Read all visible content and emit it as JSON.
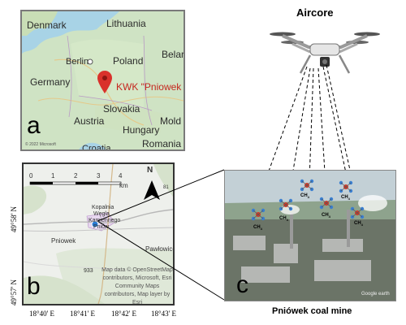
{
  "panel_a": {
    "letter": "a",
    "labels": {
      "denmark": "Denmark",
      "lithuania": "Lithuania",
      "belarus": "Belar",
      "berlin": "Berlin",
      "poland": "Poland",
      "germany": "Germany",
      "kwk": "KWK \"Pniowek",
      "slovakia": "Slovakia",
      "austria": "Austria",
      "hungary": "Hungary",
      "moldova": "Mold",
      "romania": "Romania",
      "croatia": "Croatia",
      "copyright": "© 2022 Microsoft"
    },
    "colors": {
      "marker": "#d9312b"
    }
  },
  "panel_b": {
    "letter": "b",
    "scale_ticks": [
      "0",
      "1",
      "2",
      "3",
      "4"
    ],
    "scale_unit": "km",
    "north_label": "N",
    "places": {
      "kopalnia": "Kopalnia",
      "wegla": "Węgla",
      "kamiennego": "Kamiennego",
      "pniowek_small": "Pniów",
      "pniowek": "Pniowek",
      "pawlowice": "Pawłowice",
      "road": "933",
      "road2": "81"
    },
    "credit": [
      "Map data © OpenStreetMap",
      "contributors, Microsoft, Esri",
      "Community Maps",
      "contributors, Map layer by Esri"
    ],
    "y_ticks": [
      "49°58' N",
      "49°57' N"
    ],
    "x_ticks": [
      "18°40' E",
      "18°41' E",
      "18°42' E",
      "18°43' E"
    ]
  },
  "panel_c": {
    "letter": "c",
    "ch4_label": "CH",
    "ch4_sub": "4",
    "watermark": "Google earth",
    "caption": "Pniówek coal mine"
  },
  "drone": {
    "title": "Aircore"
  }
}
